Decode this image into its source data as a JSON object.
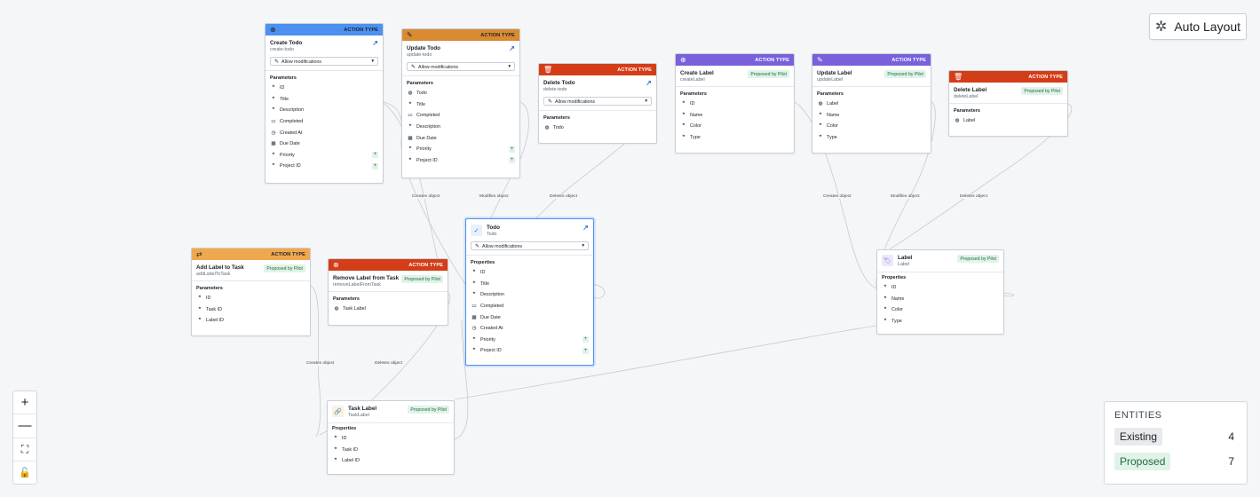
{
  "toolbar": {
    "auto_layout_label": "Auto Layout"
  },
  "zoom": {
    "in": "+",
    "out": "—",
    "fit": "⛶",
    "lock": "🔓"
  },
  "legend": {
    "title": "ENTITIES",
    "existing_label": "Existing",
    "existing_count": "4",
    "proposed_label": "Proposed",
    "proposed_count": "7"
  },
  "common": {
    "action_type": "ACTION TYPE",
    "parameters": "Parameters",
    "properties": "Properties",
    "allow_modifications": "Allow modifications",
    "proposed_by_pilot": "Proposed by Pilot"
  },
  "colors": {
    "blue": "#4c90f0",
    "orange": "#d98b32",
    "red": "#d33d17",
    "purple": "#7961db",
    "light_orange": "#f0a84e"
  },
  "edge_labels": {
    "creates": "Creates object",
    "modifies": "Modifies object",
    "deletes": "Deletes object"
  },
  "nodes": {
    "create_todo": {
      "title": "Create Todo",
      "subtitle": "create-todo",
      "params": [
        "ID",
        "Title",
        "Description",
        "Completed",
        "Created At",
        "Due Date",
        "Priority",
        "Project ID"
      ]
    },
    "update_todo": {
      "title": "Update Todo",
      "subtitle": "update-todo",
      "params": [
        "Todo",
        "Title",
        "Completed",
        "Description",
        "Due Date",
        "Priority",
        "Project ID"
      ]
    },
    "delete_todo": {
      "title": "Delete Todo",
      "subtitle": "delete-todo",
      "params": [
        "Todo"
      ]
    },
    "create_label": {
      "title": "Create Label",
      "subtitle": "createLabel",
      "params": [
        "ID",
        "Name",
        "Color",
        "Type"
      ]
    },
    "update_label": {
      "title": "Update Label",
      "subtitle": "updateLabel",
      "params": [
        "Label",
        "Name",
        "Color",
        "Type"
      ]
    },
    "delete_label": {
      "title": "Delete Label",
      "subtitle": "deleteLabel",
      "params": [
        "Label"
      ]
    },
    "add_label": {
      "title": "Add Label to Task",
      "subtitle": "addLabelToTask",
      "params": [
        "ID",
        "Task ID",
        "Label ID"
      ]
    },
    "remove_label": {
      "title": "Remove Label from Task",
      "subtitle": "removeLabelFromTask",
      "params": [
        "Task Label"
      ]
    },
    "todo": {
      "title": "Todo",
      "subtitle": "Todo",
      "props": [
        "ID",
        "Title",
        "Description",
        "Completed",
        "Due Date",
        "Created At",
        "Priority",
        "Project ID"
      ]
    },
    "label": {
      "title": "Label",
      "subtitle": "Label",
      "props": [
        "ID",
        "Name",
        "Color",
        "Type"
      ]
    },
    "task_label": {
      "title": "Task Label",
      "subtitle": "TaskLabel",
      "props": [
        "ID",
        "Task ID",
        "Label ID"
      ]
    }
  }
}
